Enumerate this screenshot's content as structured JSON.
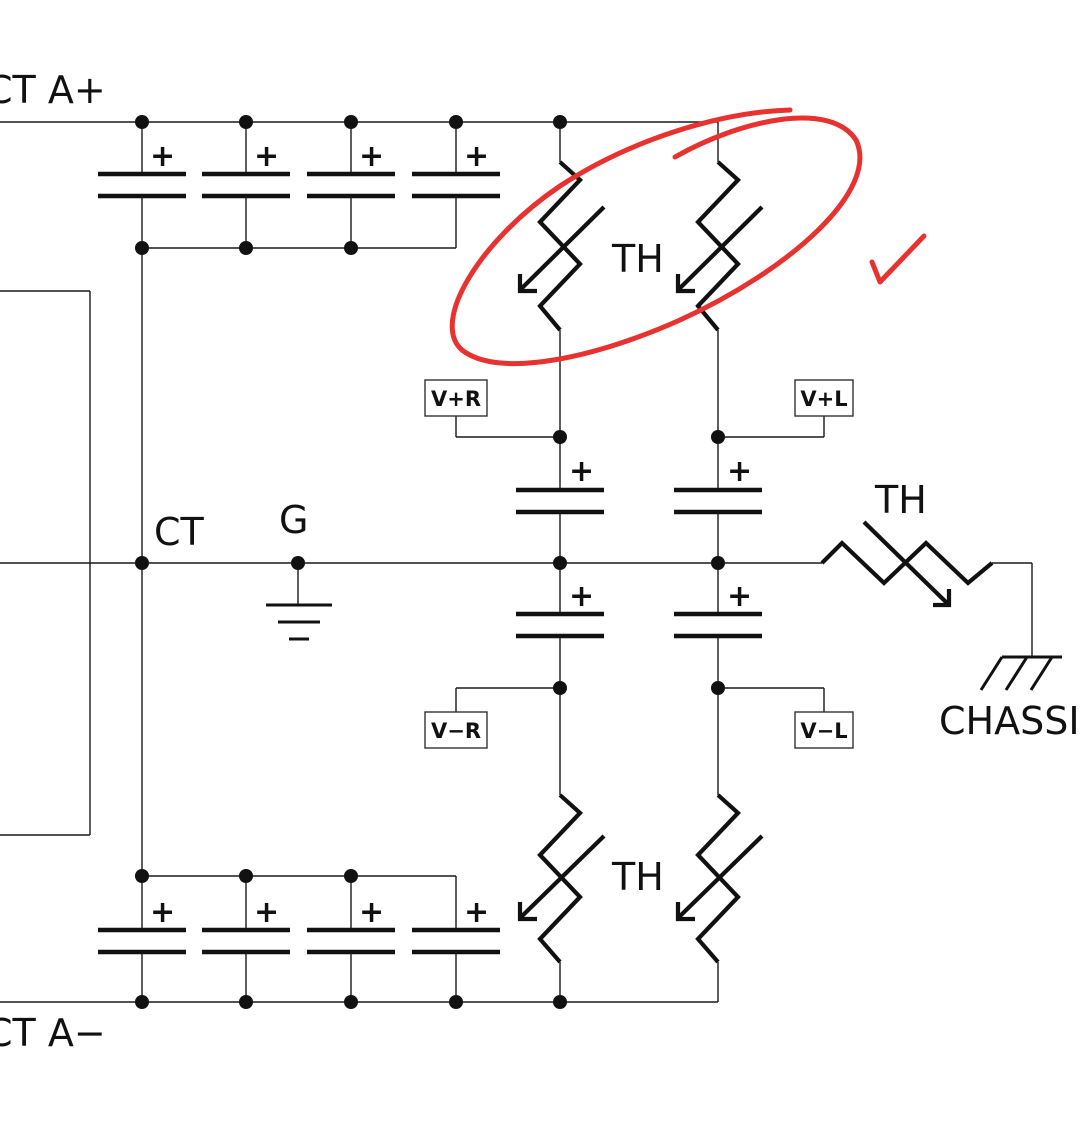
{
  "labels": {
    "ct_a_plus": "CT A+",
    "ct_a_minus": "CT A−",
    "ct": "CT",
    "ground": "G",
    "th_top": "TH",
    "th_bottom": "TH",
    "th_right": "TH",
    "chassis": "CHASSI",
    "plus": "+"
  },
  "boxes": {
    "v_plus_r": "V+R",
    "v_plus_l": "V+L",
    "v_minus_r": "V−R",
    "v_minus_l": "V−L"
  },
  "annotation": {
    "color": "#e8322f",
    "marks": [
      "circle",
      "check"
    ]
  }
}
